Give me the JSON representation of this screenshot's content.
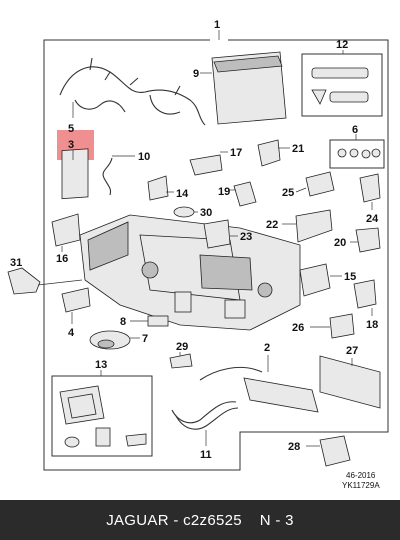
{
  "diagram": {
    "callouts": {
      "c1": "1",
      "c2": "2",
      "c3": "3",
      "c4": "4",
      "c5": "5",
      "c6": "6",
      "c7": "7",
      "c8": "8",
      "c9": "9",
      "c10": "10",
      "c11": "11",
      "c12": "12",
      "c13": "13",
      "c14": "14",
      "c15": "15",
      "c16": "16",
      "c17": "17",
      "c18": "18",
      "c19": "19",
      "c20": "20",
      "c21": "21",
      "c22": "22",
      "c23": "23",
      "c24": "24",
      "c25": "25",
      "c26": "26",
      "c27": "27",
      "c28": "28",
      "c29": "29",
      "c30": "30",
      "c31": "31"
    },
    "highlight_color": "#ef8f8f",
    "date_code": "46-2016",
    "drawing_code": "YK11729A"
  },
  "footer": {
    "brand": "JAGUAR",
    "separator": " - ",
    "part_number": "c2z6525",
    "item_label": "N - 3"
  }
}
